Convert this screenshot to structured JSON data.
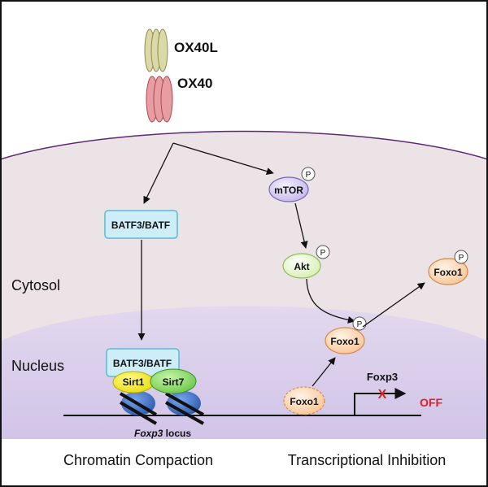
{
  "ligand": {
    "label": "OX40L"
  },
  "receptor": {
    "label": "OX40"
  },
  "compartments": {
    "cytosol": "Cytosol",
    "nucleus": "Nucleus"
  },
  "nodes": {
    "batf_cytosol": "BATF3/BATF",
    "batf_nucleus": "BATF3/BATF",
    "mtor": "mTOR",
    "akt": "Akt",
    "foxo1_nucleus_p": "Foxo1",
    "foxo1_cytosol_p": "Foxo1",
    "foxo1_dna": "Foxo1",
    "sirt1": "Sirt1",
    "sirt7": "Sirt7",
    "phospho": "P"
  },
  "gene": {
    "name": "Foxp3",
    "status": "OFF",
    "blocked_mark": "X",
    "locus_name": "Foxp3",
    "locus_suffix": " locus"
  },
  "captions": {
    "left": "Chromatin Compaction",
    "right": "Transcriptional Inhibition"
  },
  "colors": {
    "cell": "#ece3e6",
    "nucleus": "#d6cbe9",
    "batf_fill": "#cdeef8",
    "batf_stroke": "#5db8d6",
    "mtor_fill": "#d9d0ef",
    "akt_fill": "#e8f5cf",
    "foxo1_fill": "#fbd9b5",
    "sirt1": "#f0e82a",
    "sirt7": "#8fd96a",
    "nucleosome": "#3f6fc4",
    "off": "#e02020",
    "ox40": "#e79da2",
    "ox40l": "#dcd9a8"
  }
}
